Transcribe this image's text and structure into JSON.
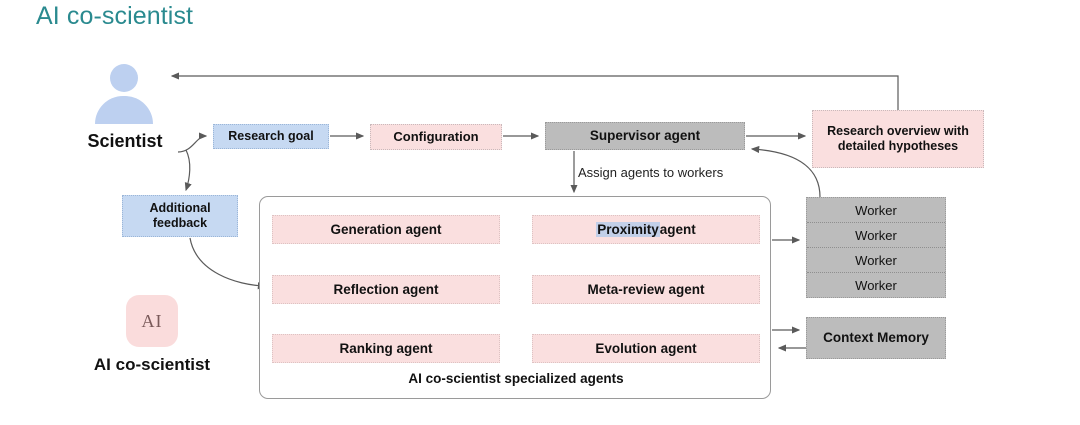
{
  "page": {
    "title": "AI co-scientist",
    "title_color": "#2a8a8f",
    "background": "#ffffff"
  },
  "actors": {
    "scientist": {
      "label": "Scientist",
      "avatar_icon": "person-icon",
      "avatar_color": "#bdd0f0"
    },
    "ai_cosientist": {
      "badge_text": "AI",
      "caption": "AI co-scientist",
      "badge_color": "#fadcdc"
    }
  },
  "flow_nodes": {
    "research_goal": {
      "label": "Research goal",
      "color": "#c6d9f2",
      "kind": "input"
    },
    "additional_feedback": {
      "label": "Additional feedback",
      "color": "#c6d9f2",
      "kind": "input"
    },
    "configuration": {
      "label": "Configuration",
      "color": "#fadfdf",
      "kind": "process"
    },
    "supervisor_agent": {
      "label": "Supervisor agent",
      "color": "#bcbcbc",
      "kind": "agent"
    },
    "research_overview": {
      "label": "Research overview with detailed hypotheses",
      "color": "#fadfdf",
      "kind": "output"
    },
    "context_memory": {
      "label": "Context Memory",
      "color": "#bcbcbc",
      "kind": "store"
    }
  },
  "edge_labels": {
    "assign_agents": "Assign agents to workers"
  },
  "workers": {
    "rows": [
      "Worker",
      "Worker",
      "Worker",
      "Worker"
    ],
    "color": "#bcbcbc"
  },
  "agents_panel": {
    "caption": "AI co-scientist specialized agents",
    "box_color": "#fadfdf",
    "arrow_color": "#c0392b",
    "agents": [
      {
        "label": "Generation agent",
        "highlight": ""
      },
      {
        "label_prefix": "Proximity",
        "label_suffix": " agent",
        "highlight": "Proximity",
        "highlight_color": "#c2cfe8"
      },
      {
        "label": "Reflection agent",
        "highlight": ""
      },
      {
        "label": "Meta-review agent",
        "highlight": ""
      },
      {
        "label": "Ranking agent",
        "highlight": ""
      },
      {
        "label": "Evolution agent",
        "highlight": ""
      }
    ]
  }
}
